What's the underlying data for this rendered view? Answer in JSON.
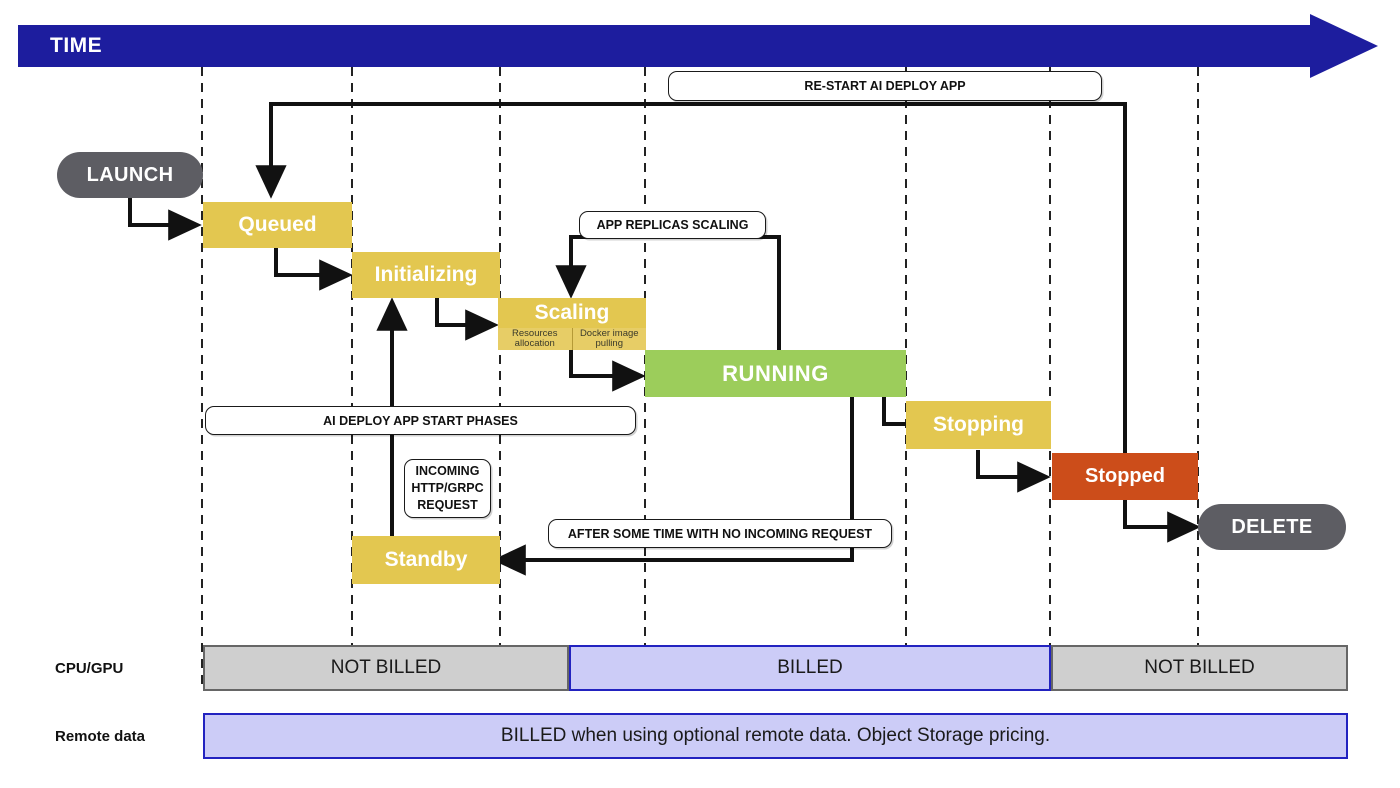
{
  "header": {
    "title": "TIME",
    "arrow_icon": "right-arrow-icon",
    "color": "#1d1d9e"
  },
  "terminals": [
    {
      "id": "launch",
      "label": "LAUNCH",
      "color": "#5d5d63"
    },
    {
      "id": "delete",
      "label": "DELETE",
      "color": "#5d5d63"
    }
  ],
  "phases": [
    {
      "id": "queued",
      "label": "Queued",
      "color": "#e3c750",
      "text_color": "#ffffff"
    },
    {
      "id": "initializing",
      "label": "Initializing",
      "color": "#e3c750",
      "text_color": "#ffffff"
    },
    {
      "id": "scaling",
      "label": "Scaling",
      "color": "#e3c750",
      "text_color": "#ffffff",
      "sub_steps": [
        "Resources allocation",
        "Docker image pulling"
      ]
    },
    {
      "id": "running",
      "label": "RUNNING",
      "color": "#9ccd5b",
      "text_color": "#ffffff"
    },
    {
      "id": "stopping",
      "label": "Stopping",
      "color": "#e3c750",
      "text_color": "#ffffff"
    },
    {
      "id": "stopped",
      "label": "Stopped",
      "color": "#cc4d1a",
      "text_color": "#ffffff"
    },
    {
      "id": "standby",
      "label": "Standby",
      "color": "#e3c750",
      "text_color": "#ffffff"
    }
  ],
  "sub_labels": {
    "resources_allocation": "Resources allocation",
    "docker_image_pulling": "Docker image pulling"
  },
  "notes": [
    {
      "id": "restart",
      "label": "RE-START AI DEPLOY APP"
    },
    {
      "id": "replicas",
      "label": "APP REPLICAS SCALING"
    },
    {
      "id": "startphases",
      "label": "AI DEPLOY APP START PHASES"
    },
    {
      "id": "incoming",
      "label": "INCOMING HTTP/GRPC REQUEST"
    },
    {
      "id": "notraffic",
      "label": "AFTER SOME TIME WITH NO INCOMING REQUEST"
    }
  ],
  "billing": {
    "rows": [
      {
        "id": "cpu-gpu",
        "label": "CPU/GPU",
        "segments": [
          {
            "state": "NOT BILLED",
            "billed": false
          },
          {
            "state": "BILLED",
            "billed": true
          },
          {
            "state": "NOT BILLED",
            "billed": false
          }
        ]
      },
      {
        "id": "remote-data",
        "label": "Remote data",
        "segments": [
          {
            "state": "BILLED when using optional remote data. Object Storage pricing.",
            "billed": true
          }
        ]
      }
    ],
    "billed_color": "#ccccf7",
    "not_billed_color": "#cfcfcf"
  }
}
